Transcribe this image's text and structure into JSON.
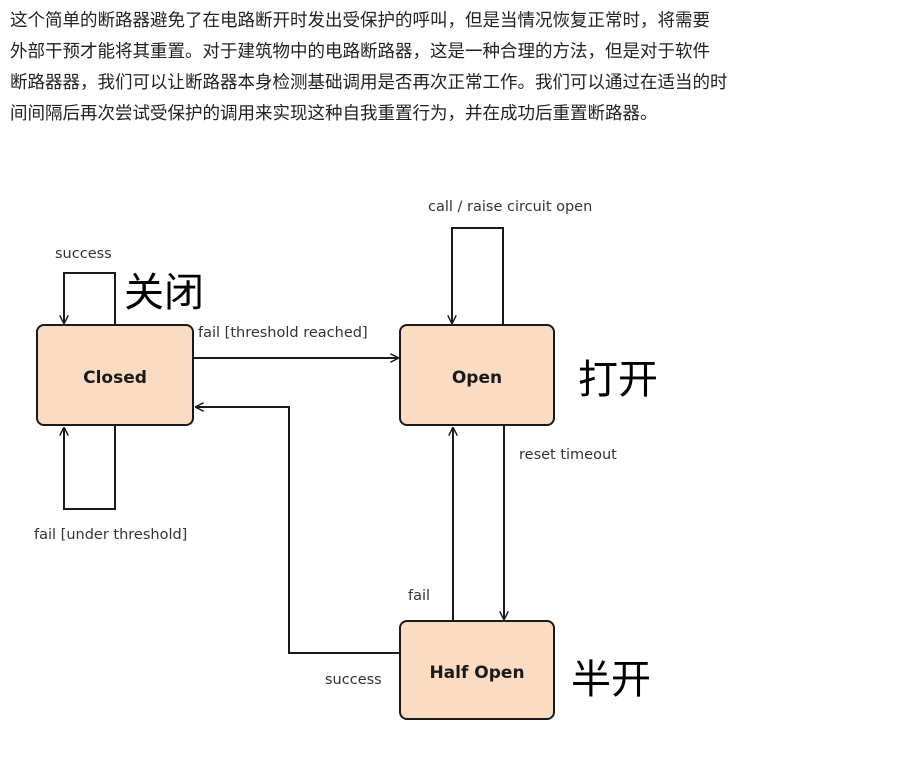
{
  "paragraph": {
    "lines": [
      "这个简单的断路器避免了在电路断开时发出受保护的呼叫，但是当情况恢复正常时，将需要",
      "外部干预才能将其重置。对于建筑物中的电路断路器，这是一种合理的方法，但是对于软件",
      "断路器器，我们可以让断路器本身检测基础调用是否再次正常工作。我们可以通过在适当的时",
      "间间隔后再次尝试受保护的调用来实现这种自我重置行为，并在成功后重置断路器。"
    ]
  },
  "diagram": {
    "states": {
      "closed": {
        "label": "Closed",
        "cn_label": "关闭"
      },
      "open": {
        "label": "Open",
        "cn_label": "打开"
      },
      "half_open": {
        "label": "Half Open",
        "cn_label": "半开"
      }
    },
    "transitions": {
      "closed_success": "success",
      "closed_fail_under": "fail [under threshold]",
      "closed_to_open": "fail [threshold reached]",
      "open_self": "call / raise circuit open",
      "open_to_half": "reset timeout",
      "half_to_open": "fail",
      "half_to_closed": "success"
    },
    "colors": {
      "box_fill": "#fbdcc3",
      "box_stroke": "#1a1a1a",
      "line": "#1a1a1a"
    }
  }
}
